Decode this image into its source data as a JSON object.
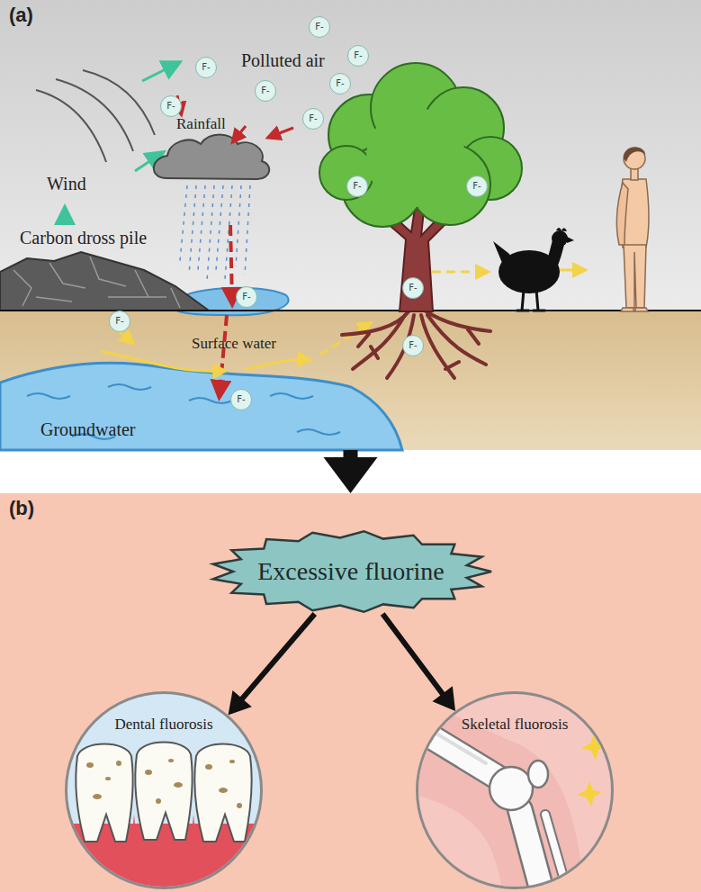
{
  "diagram": {
    "nodes": [
      {
        "text": [
          "(a)"
        ]
      },
      {
        "text": [
          "F-"
        ],
        "in": 0
      },
      {
        "text": [
          "F-"
        ],
        "in": 0
      },
      {
        "text": [
          "F-"
        ],
        "in": 0
      },
      {
        "text": [
          "F-"
        ],
        "in": 0
      },
      {
        "text": [
          "F-"
        ],
        "in": 0
      },
      {
        "text": [
          "F-"
        ],
        "in": 0
      },
      {
        "text": [
          "F-"
        ],
        "in": 0
      },
      {
        "text": [
          "F-"
        ],
        "in": 0
      },
      {
        "text": [
          "F-"
        ],
        "in": 0
      },
      {
        "text": [
          "F-"
        ],
        "in": 0
      },
      {
        "text": [
          "F-"
        ],
        "in": 0
      },
      {
        "text": [
          "F-"
        ],
        "in": 0
      },
      {
        "text": [
          "F-"
        ],
        "in": 0
      },
      {
        "text": [
          "F-"
        ],
        "in": 0
      },
      {
        "text": [
          "(b)"
        ]
      },
      {
        "text": [
          "Excessive fluorine"
        ],
        "in": 15
      },
      {
        "text": [
          "Dental fluorosis"
        ],
        "in": 15
      },
      {
        "text": [
          "Skeletal fluorosis"
        ],
        "in": 15
      }
    ],
    "edges": [
      {
        "from": 0,
        "to": 15,
        "arrow": "to"
      },
      {
        "from": 16,
        "to": 17,
        "arrow": "to"
      },
      {
        "from": 16,
        "to": 18,
        "arrow": "to"
      }
    ],
    "labels": [
      "Polluted air",
      "Rainfall",
      "Wind",
      "Carbon dross pile",
      "Surface water",
      "Groundwater"
    ]
  }
}
